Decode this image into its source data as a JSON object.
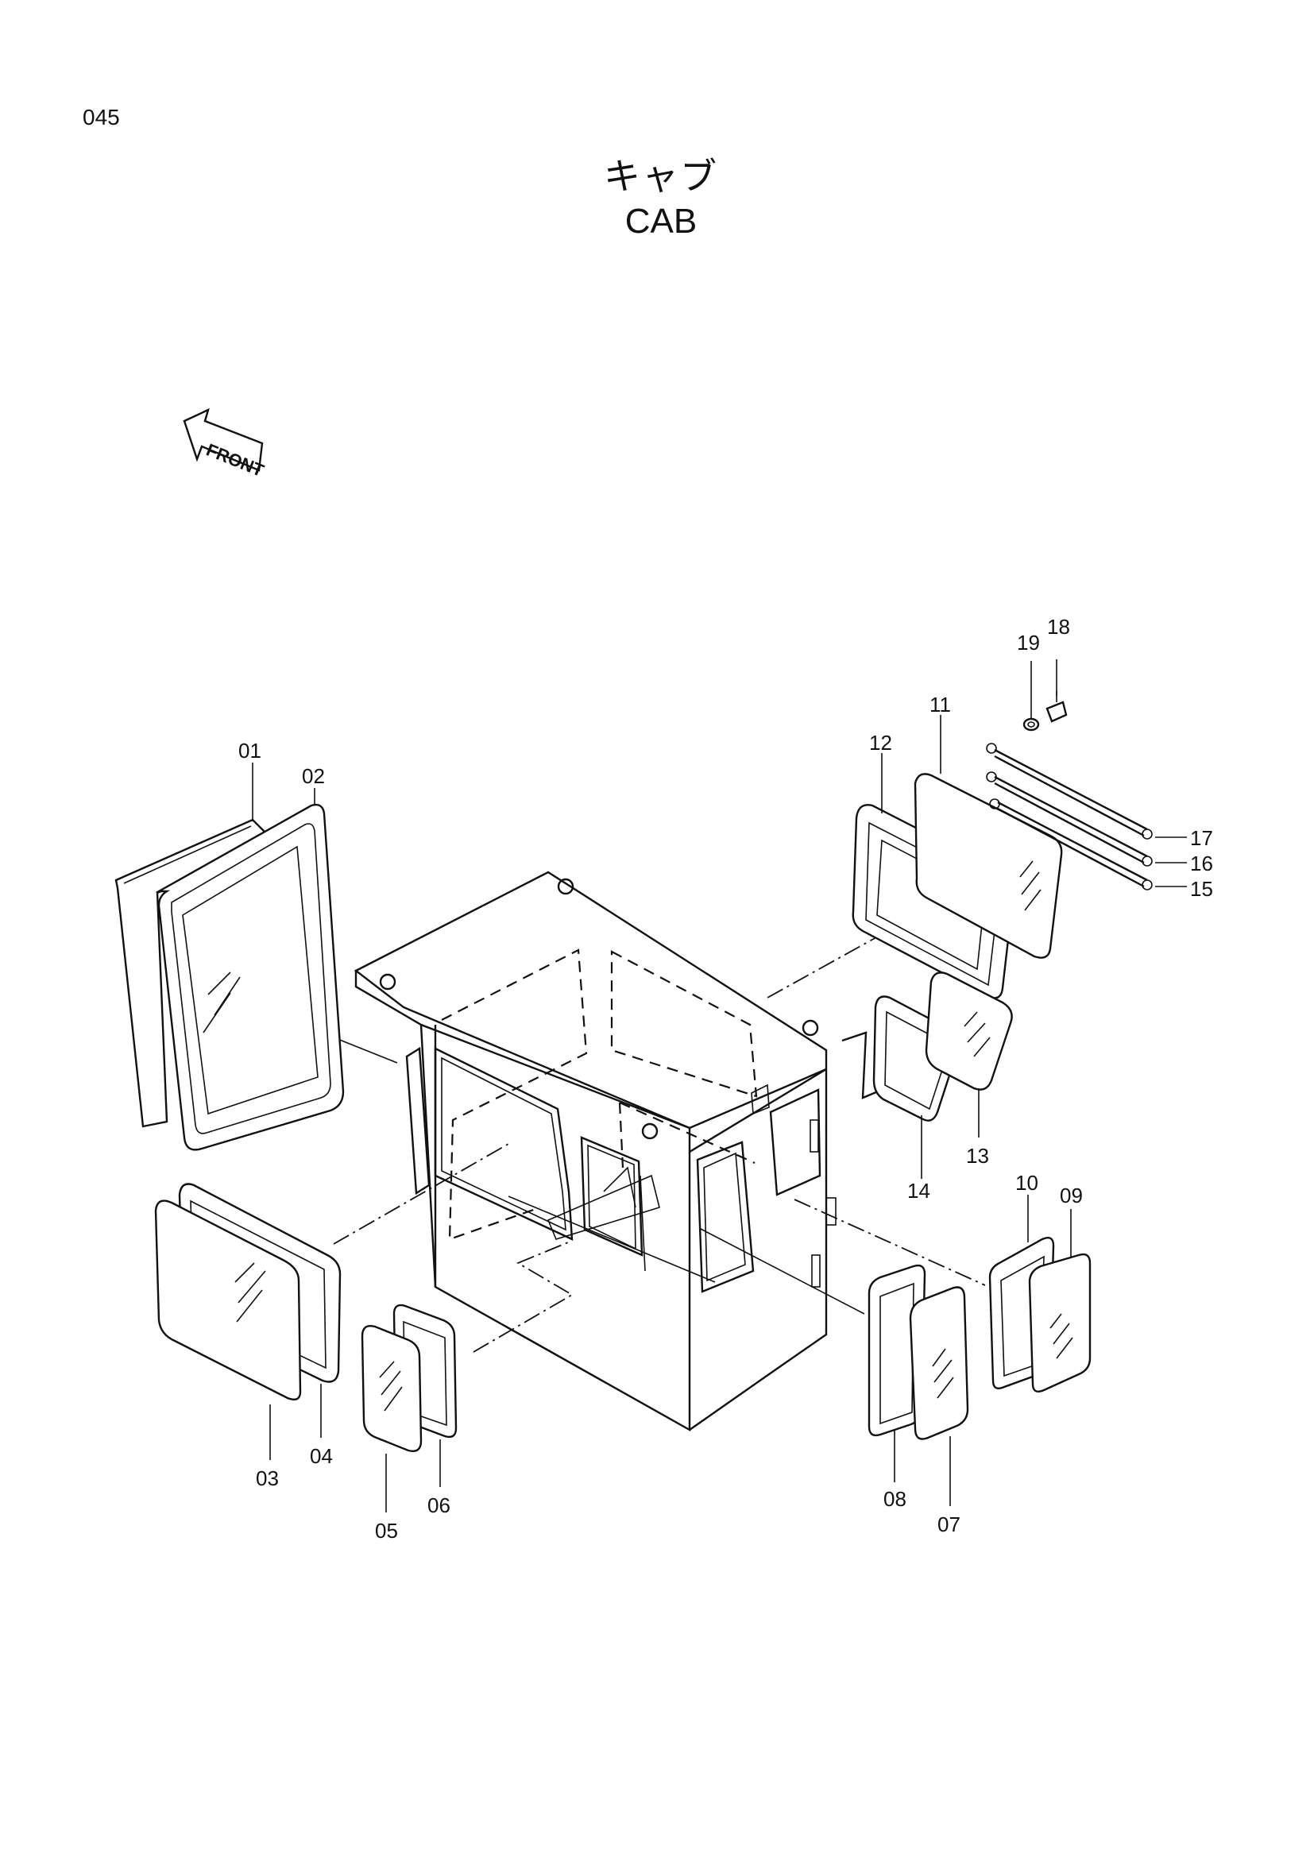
{
  "page_code": "045",
  "title_ja": "キャブ",
  "title_en": "CAB",
  "front_label": "FRONT",
  "part_labels": [
    "01",
    "02",
    "03",
    "04",
    "05",
    "06",
    "07",
    "08",
    "09",
    "10",
    "11",
    "12",
    "13",
    "14",
    "15",
    "16",
    "17",
    "18",
    "19"
  ]
}
